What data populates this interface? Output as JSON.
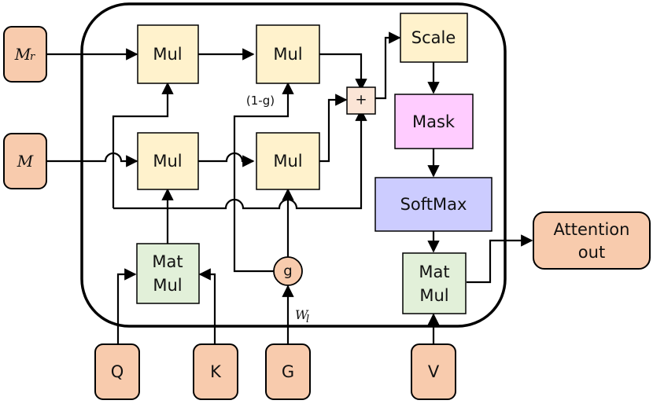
{
  "colors": {
    "input": "#f8cbad",
    "mul": "#fff2cc",
    "plus": "#fbe5d6",
    "mask": "#ffccff",
    "softmax": "#ccccff",
    "matmul": "#e2f0d9",
    "gate": "#f8cbad",
    "stroke": "#000000"
  },
  "inputs": {
    "mr": {
      "base": "M",
      "sub": "r"
    },
    "m": {
      "base": "M"
    },
    "q": "Q",
    "k": "K",
    "g": "G",
    "v": "V"
  },
  "ops": {
    "mul_top_left": "Mul",
    "mul_top_right": "Mul",
    "mul_mid_left": "Mul",
    "mul_mid_right": "Mul",
    "plus": "+",
    "scale": "Scale",
    "mask": "Mask",
    "softmax": "SoftMax",
    "matmul_qk_line1": "Mat",
    "matmul_qk_line2": "Mul",
    "matmul_v_line1": "Mat",
    "matmul_v_line2": "Mul",
    "gate": "g"
  },
  "labels": {
    "one_minus_g": "(1-g)",
    "wl_base": "W",
    "wl_sub": "l"
  },
  "output": {
    "line1": "Attention",
    "line2": "out"
  }
}
